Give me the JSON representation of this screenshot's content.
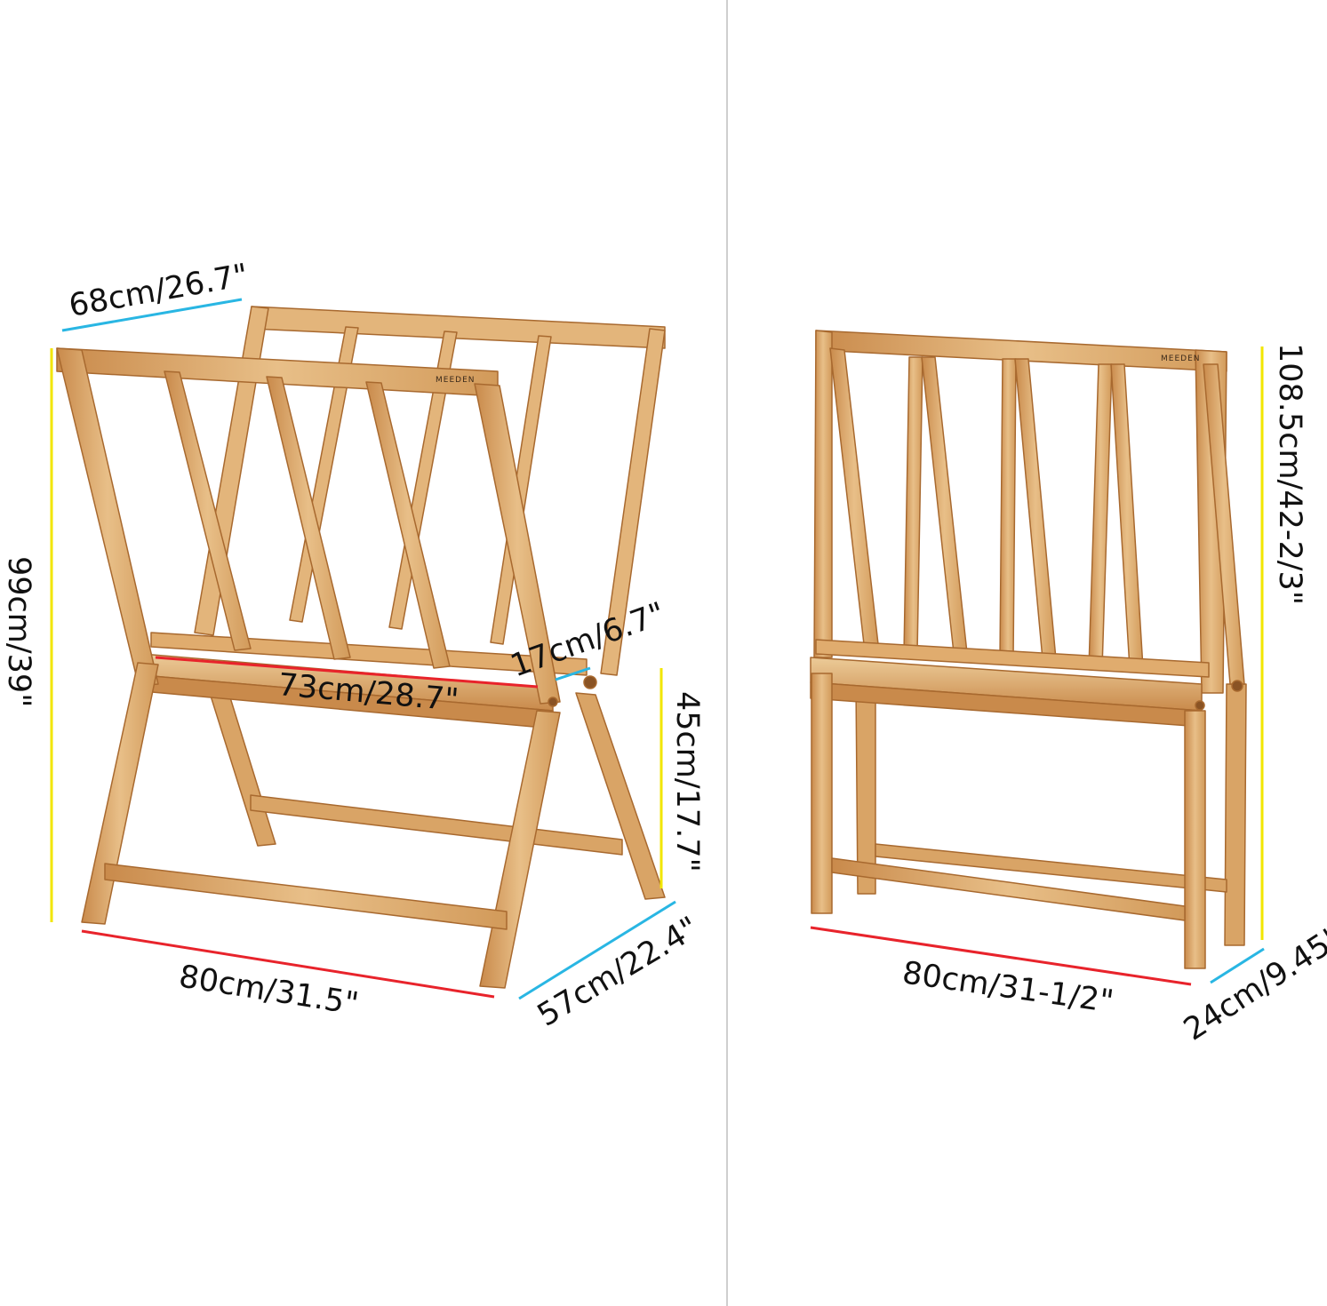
{
  "brand": "MEEDEN",
  "colors": {
    "yellow_line": "#f2e600",
    "red_line": "#e8232b",
    "blue_line": "#29b6e3",
    "wood_light": "#e6ba82",
    "wood_dark": "#c98a4b",
    "wood_edge": "#a8692f",
    "divider": "#cfcfcf"
  },
  "open_view": {
    "depth_top": "68cm/26.7\"",
    "height_total": "99cm/39\"",
    "shelf_length": "73cm/28.7\"",
    "shelf_depth": "17cm/6.7\"",
    "shelf_height": "45cm/17.7\"",
    "width_bottom": "80cm/31.5\"",
    "depth_bottom": "57cm/22.4\""
  },
  "folded_view": {
    "height_total": "108.5cm/42-2/3\"",
    "width_bottom": "80cm/31-1/2\"",
    "depth_bottom": "24cm/9.45\""
  }
}
